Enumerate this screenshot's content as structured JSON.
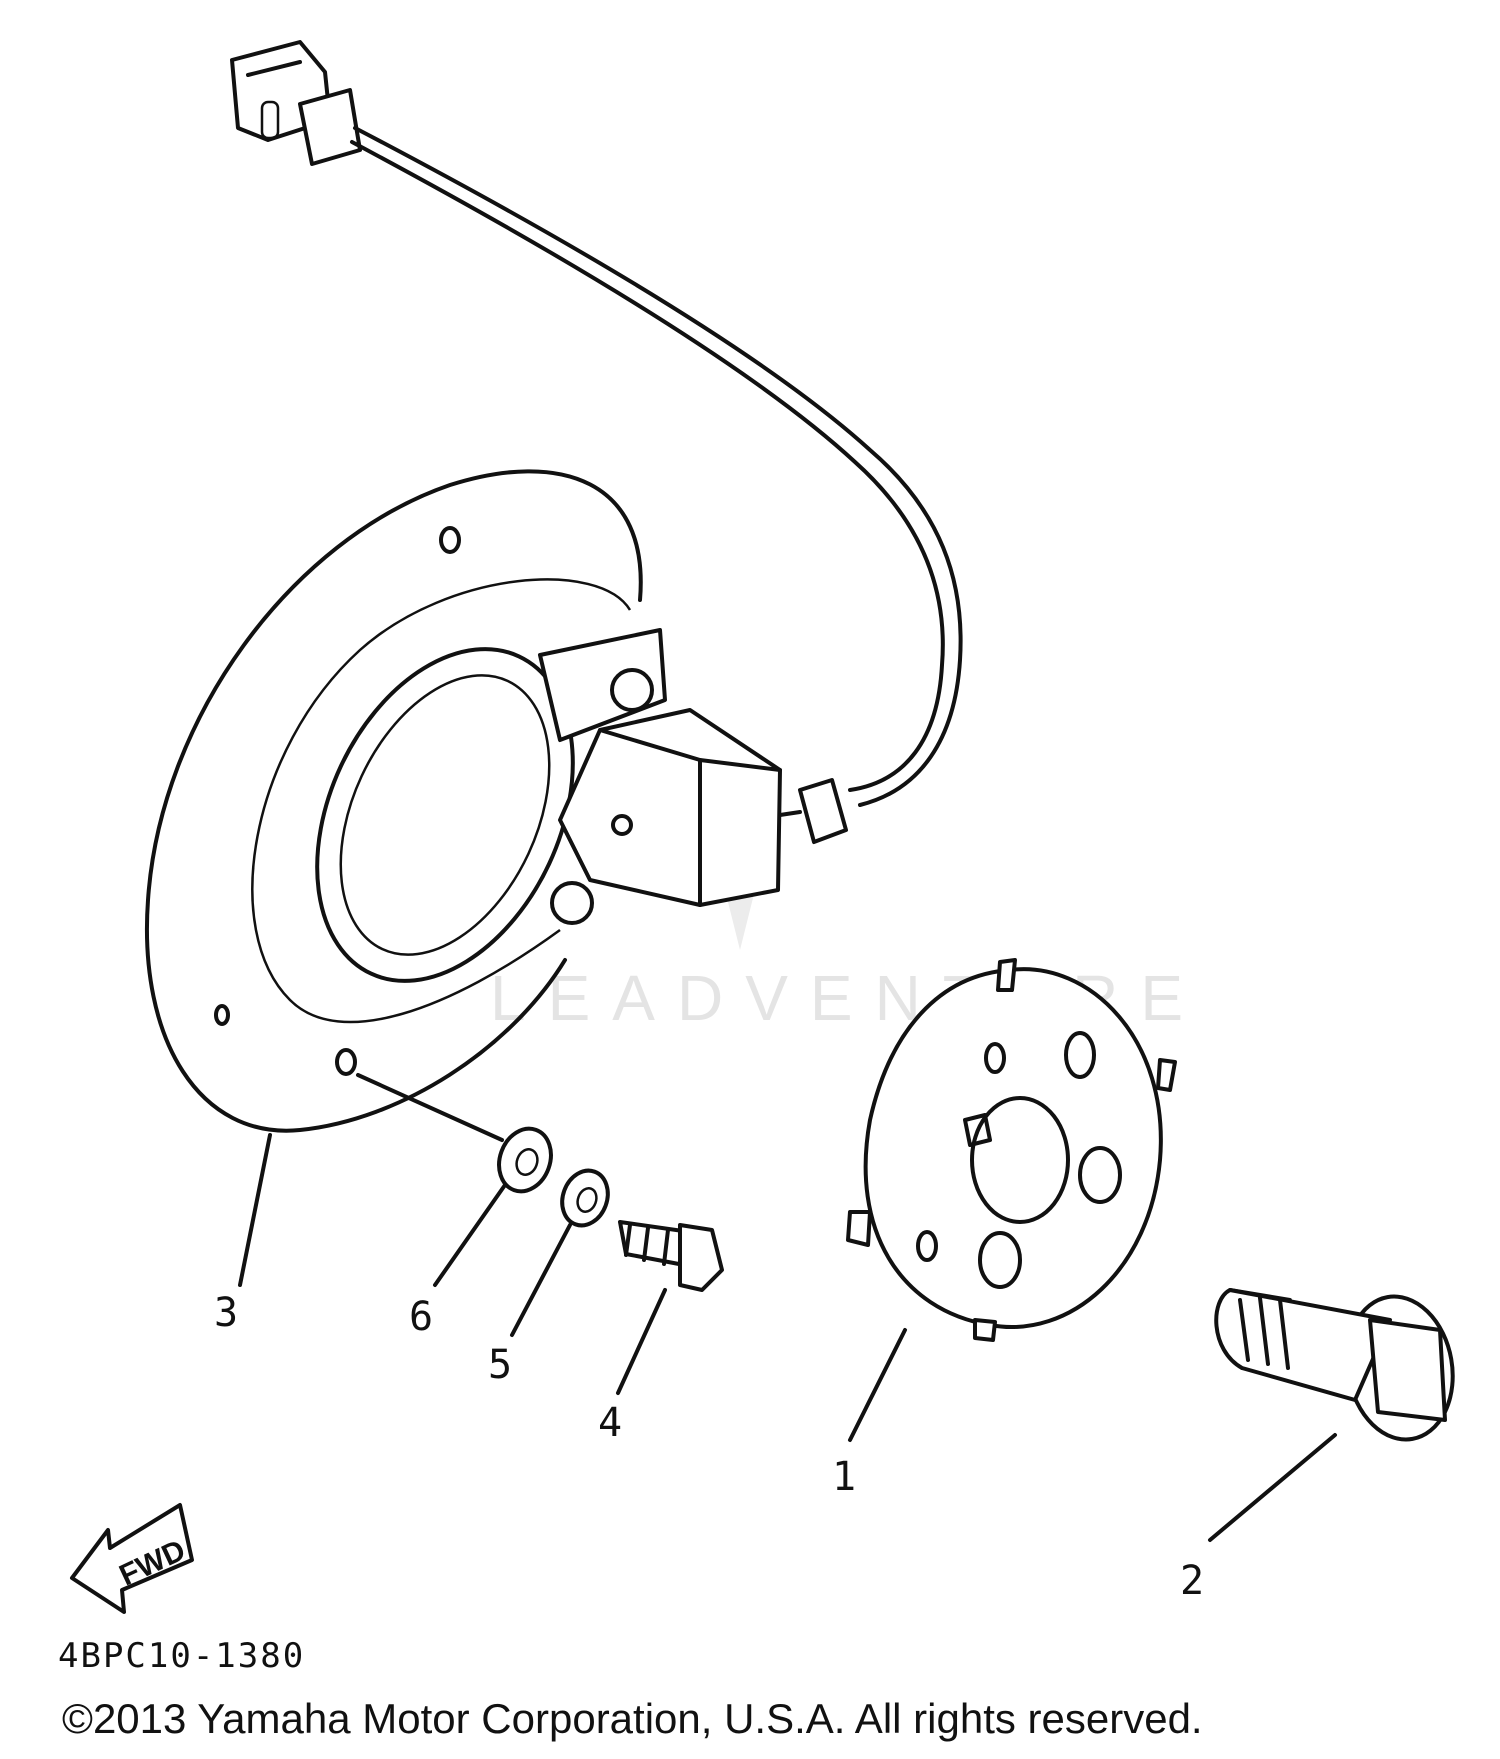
{
  "diagram": {
    "callouts": [
      {
        "id": "1",
        "label": "1"
      },
      {
        "id": "2",
        "label": "2"
      },
      {
        "id": "3",
        "label": "3"
      },
      {
        "id": "4",
        "label": "4"
      },
      {
        "id": "5",
        "label": "5"
      },
      {
        "id": "6",
        "label": "6"
      }
    ],
    "fwd_label": "FWD",
    "diagram_code": "4BPC10-1380",
    "watermark": "LEADVENTURE",
    "copyright": "©2013 Yamaha Motor Corporation, U.S.A. All rights reserved."
  }
}
